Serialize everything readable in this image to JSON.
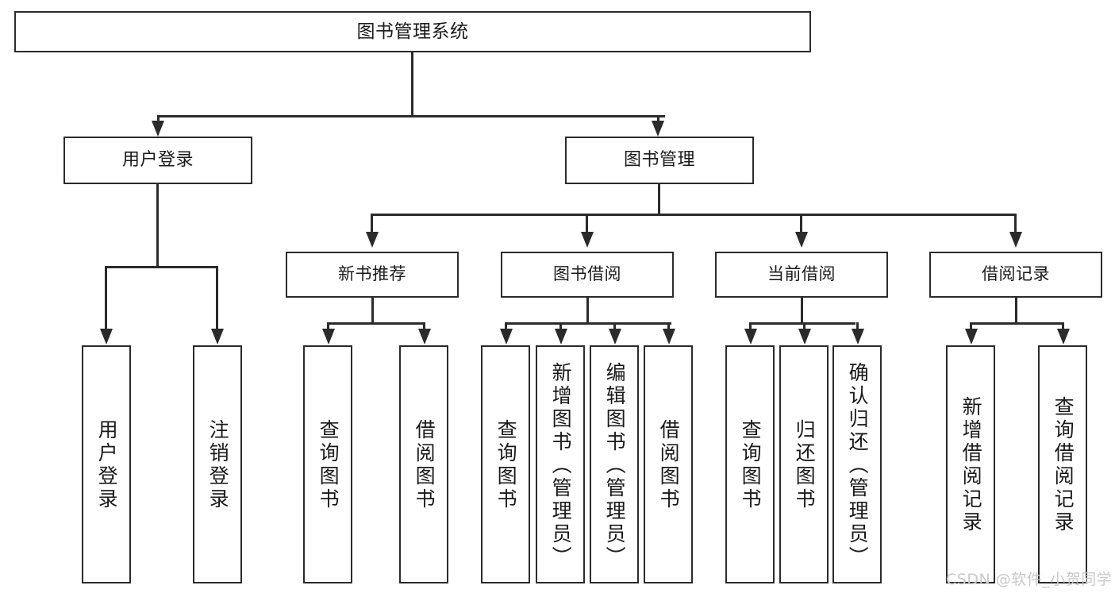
{
  "diagram": {
    "title": "图书管理系统",
    "type": "tree-hierarchy-chart",
    "colors": {
      "line": "#2b2b2b",
      "box_fill": "#ffffff",
      "text": "#1a1a1a",
      "watermark": "#c9c9c9"
    }
  },
  "root": {
    "label": "图书管理系统"
  },
  "level2": [
    {
      "label": "用户登录"
    },
    {
      "label": "图书管理"
    }
  ],
  "level3": [
    {
      "label": "新书推荐"
    },
    {
      "label": "图书借阅"
    },
    {
      "label": "当前借阅"
    },
    {
      "label": "借阅记录"
    }
  ],
  "leaves": {
    "user_login": [
      {
        "label": "用户登录"
      },
      {
        "label": "注销登录"
      }
    ],
    "new_book": [
      {
        "label": "查询图书"
      },
      {
        "label": "借阅图书"
      }
    ],
    "borrow_book": [
      {
        "label": "查询图书"
      },
      {
        "label": "新增图书（管理员）"
      },
      {
        "label": "编辑图书（管理员）"
      },
      {
        "label": "借阅图书"
      }
    ],
    "current_borrow": [
      {
        "label": "查询图书"
      },
      {
        "label": "归还图书"
      },
      {
        "label": "确认归还（管理员）"
      }
    ],
    "borrow_record": [
      {
        "label": "新增借阅记录"
      },
      {
        "label": "查询借阅记录"
      }
    ]
  },
  "watermark": {
    "text": "CSDN @软件_小贺同学"
  }
}
